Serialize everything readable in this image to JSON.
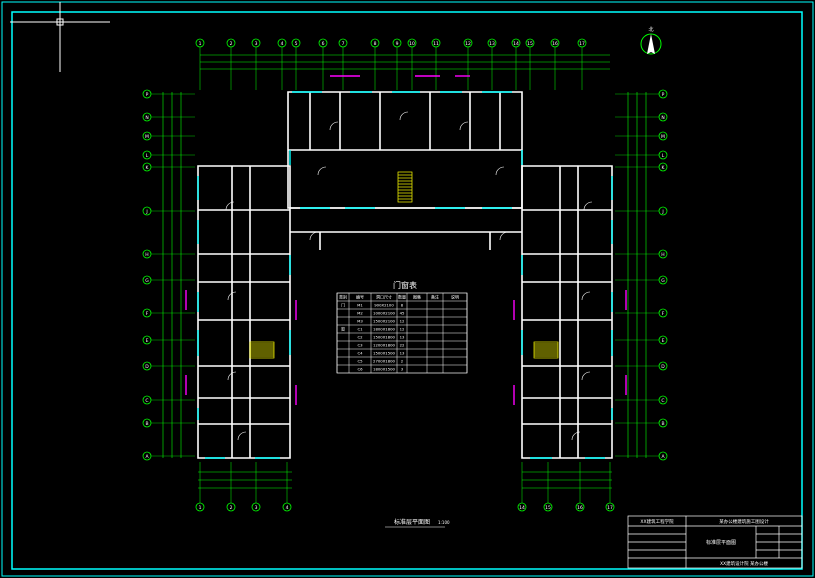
{
  "drawing": {
    "door_window_table_title": "门窗表",
    "plan_title": "标准层平面图",
    "plan_scale": "1:100",
    "table_headers": [
      "类别",
      "编号",
      "洞口尺寸",
      "数量",
      "图集",
      "备注",
      "说明"
    ],
    "table_rows": [
      [
        "门",
        "M1",
        "900X2100",
        "8"
      ],
      [
        "",
        "M2",
        "1000X2100",
        "45"
      ],
      [
        "",
        "M3",
        "1500X2100",
        "12"
      ],
      [
        "窗",
        "C1",
        "1800X1800",
        "12"
      ],
      [
        "",
        "C2",
        "1500X1800",
        "13"
      ],
      [
        "",
        "C3",
        "1200X1800",
        "22"
      ],
      [
        "",
        "C4",
        "1500X1500",
        "13"
      ],
      [
        "",
        "C5",
        "2700X1800",
        "2"
      ],
      [
        "",
        "C6",
        "1800X1500",
        "3"
      ]
    ],
    "top_axes": [
      "1",
      "2",
      "3",
      "4",
      "5",
      "6",
      "7",
      "8",
      "9",
      "10",
      "11",
      "12",
      "13",
      "14",
      "15",
      "16",
      "17"
    ],
    "bottom_axes_left": [
      "1",
      "2",
      "3",
      "4"
    ],
    "bottom_axes_right": [
      "14",
      "15",
      "16",
      "17"
    ],
    "side_axes": [
      "P",
      "N",
      "M",
      "L",
      "K",
      "J",
      "H",
      "G",
      "F",
      "E",
      "D",
      "C",
      "B",
      "A"
    ],
    "north_label": "北",
    "title_block": {
      "school": "XX建筑工程学院",
      "project": "某办公楼建筑施工图设计",
      "sheet_name": "标准层平面图",
      "footer": "XX建筑设计院 某办公楼"
    }
  },
  "colors": {
    "background": "#000000",
    "frame": "#00ffff",
    "walls": "#ffffff",
    "windows": "#00ffff",
    "doors": "#ff00ff",
    "dimensions": "#00ff00",
    "stairs": "#ffff00",
    "axis_bubbles": "#00ff00"
  }
}
